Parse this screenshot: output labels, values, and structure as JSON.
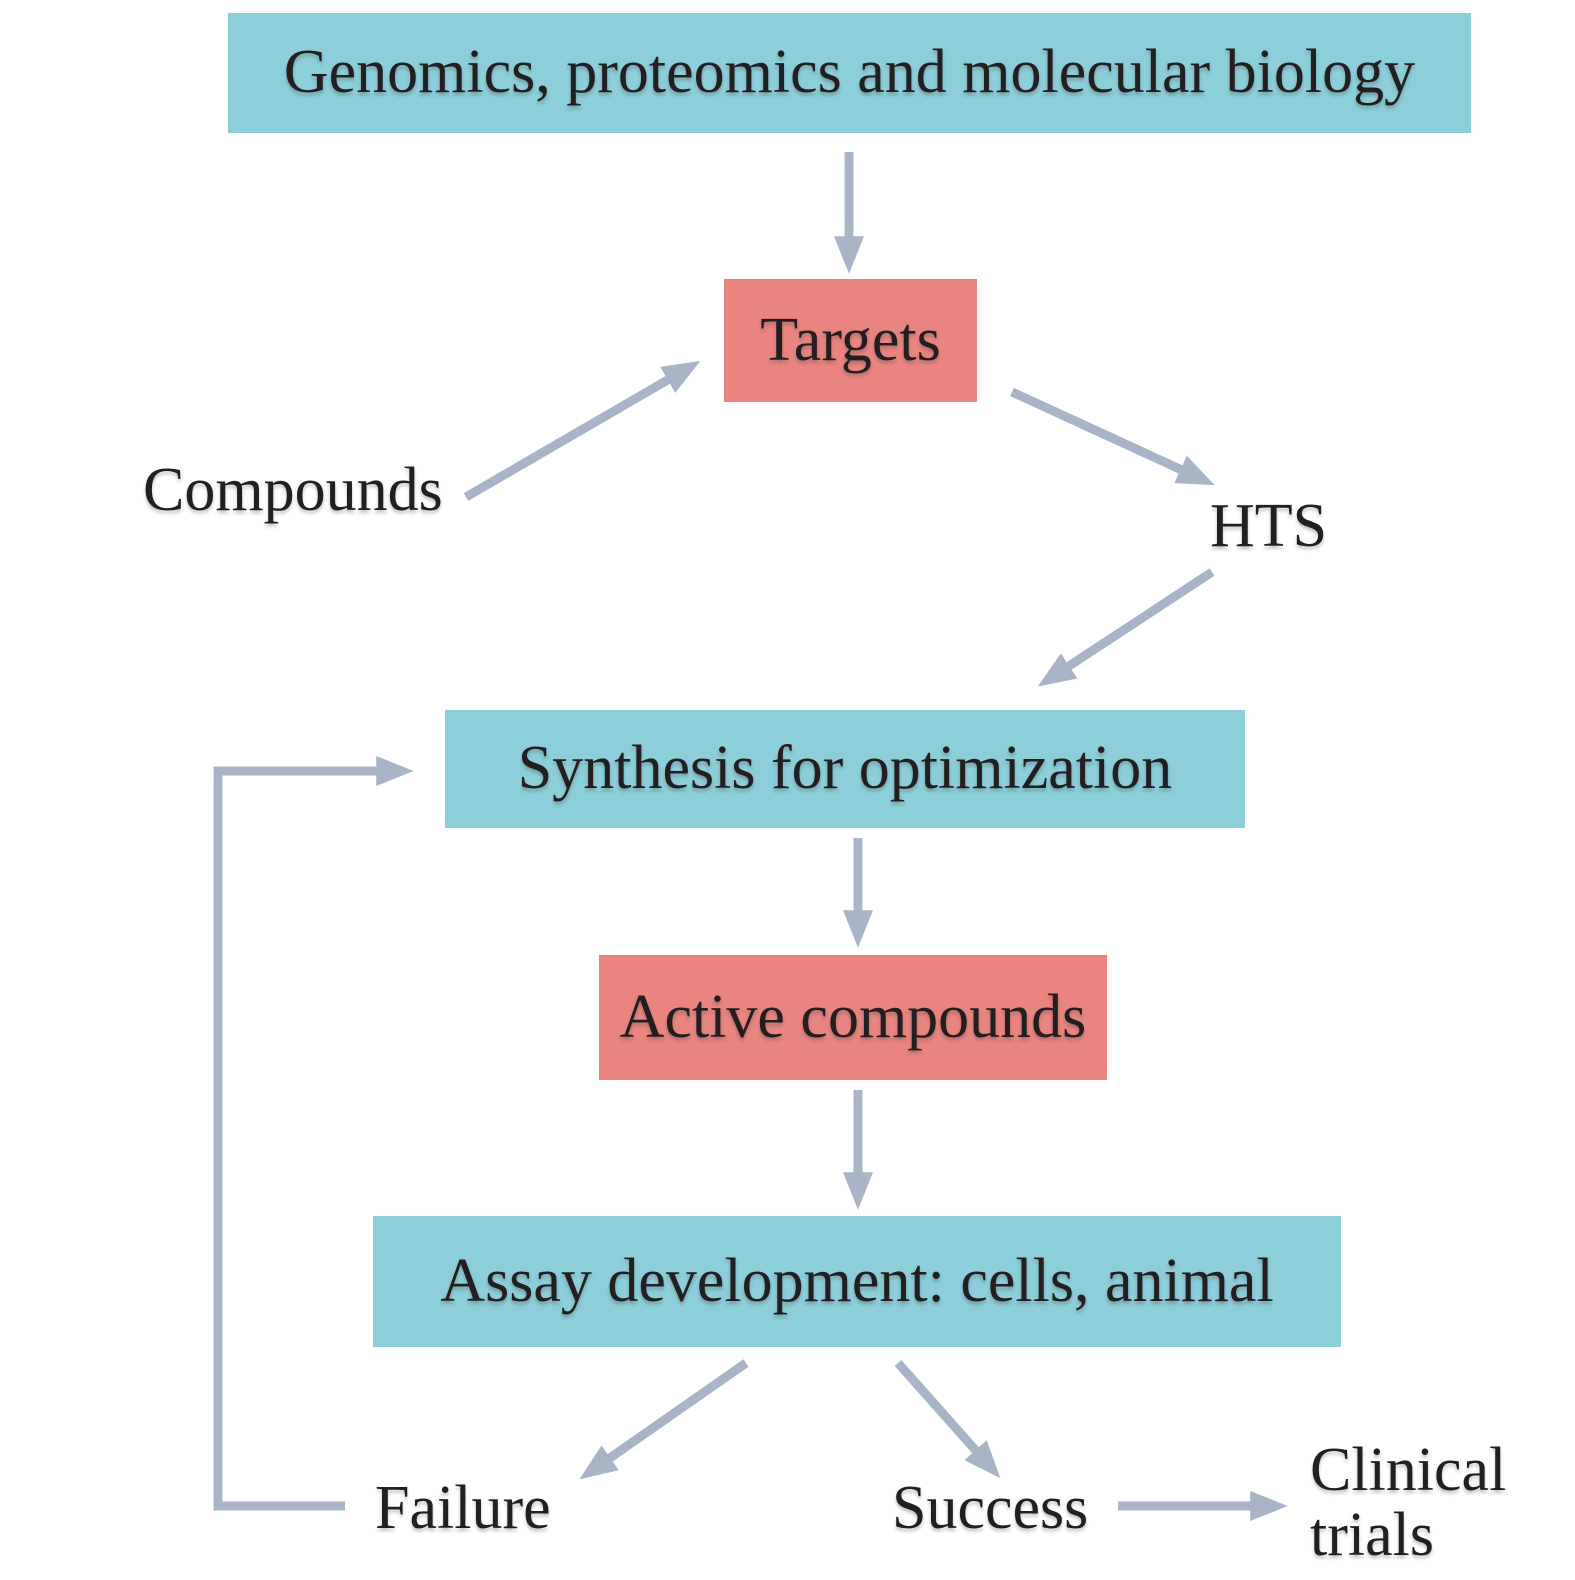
{
  "diagram": {
    "description": "Drug discovery workflow flowchart",
    "nodes": {
      "genomics": {
        "label": "Genomics, proteomics and molecular biology",
        "shape": "box",
        "fill": "teal"
      },
      "targets": {
        "label": "Targets",
        "shape": "box",
        "fill": "salmon"
      },
      "compounds": {
        "label": "Compounds",
        "shape": "text"
      },
      "hts": {
        "label": "HTS",
        "shape": "text"
      },
      "synthesis": {
        "label": "Synthesis for optimization",
        "shape": "box",
        "fill": "teal"
      },
      "active_compounds": {
        "label": "Active compounds",
        "shape": "box",
        "fill": "salmon"
      },
      "assay": {
        "label": "Assay development: cells, animal",
        "shape": "box",
        "fill": "teal"
      },
      "failure": {
        "label": "Failure",
        "shape": "text"
      },
      "success": {
        "label": "Success",
        "shape": "text"
      },
      "clinical_trials": {
        "label": "Clinical trials",
        "shape": "text"
      }
    },
    "edges": [
      {
        "from": "genomics",
        "to": "targets"
      },
      {
        "from": "compounds",
        "to": "targets"
      },
      {
        "from": "targets",
        "to": "hts"
      },
      {
        "from": "hts",
        "to": "synthesis"
      },
      {
        "from": "synthesis",
        "to": "active_compounds"
      },
      {
        "from": "active_compounds",
        "to": "assay"
      },
      {
        "from": "assay",
        "to": "failure"
      },
      {
        "from": "assay",
        "to": "success"
      },
      {
        "from": "success",
        "to": "clinical_trials"
      },
      {
        "from": "failure",
        "to": "synthesis",
        "note": "feedback loop"
      }
    ]
  },
  "colors": {
    "teal": "#8cced9",
    "salmon": "#e9847f",
    "arrow": "#a9b4c6",
    "text": "#231f20",
    "bg": "#ffffff"
  }
}
